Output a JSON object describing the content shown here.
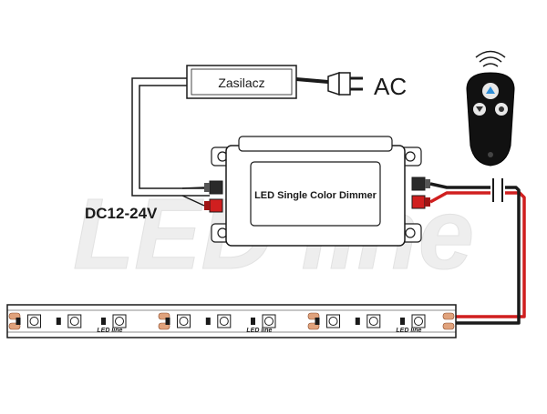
{
  "watermark": {
    "text": "LED line"
  },
  "power_supply": {
    "label": "Zasilacz"
  },
  "ac": {
    "label": "AC"
  },
  "dc_input": {
    "label": "DC12-24V"
  },
  "dimmer": {
    "label": "LED Single Color Dimmer"
  },
  "strip": {
    "brand": "LED line",
    "segments": 3
  },
  "colors": {
    "outline": "#1a1a1a",
    "wire_red": "#d01f1f",
    "wire_black": "#1a1a1a",
    "strip_pad": "#e0a27c",
    "remote_body": "#111111",
    "remote_button_blue": "#2f8fd8",
    "watermark": "#eeeeee"
  },
  "icons": [
    "plug-icon",
    "remote-control-icon",
    "signal-waves-icon",
    "capacitor-symbol-icon"
  ]
}
